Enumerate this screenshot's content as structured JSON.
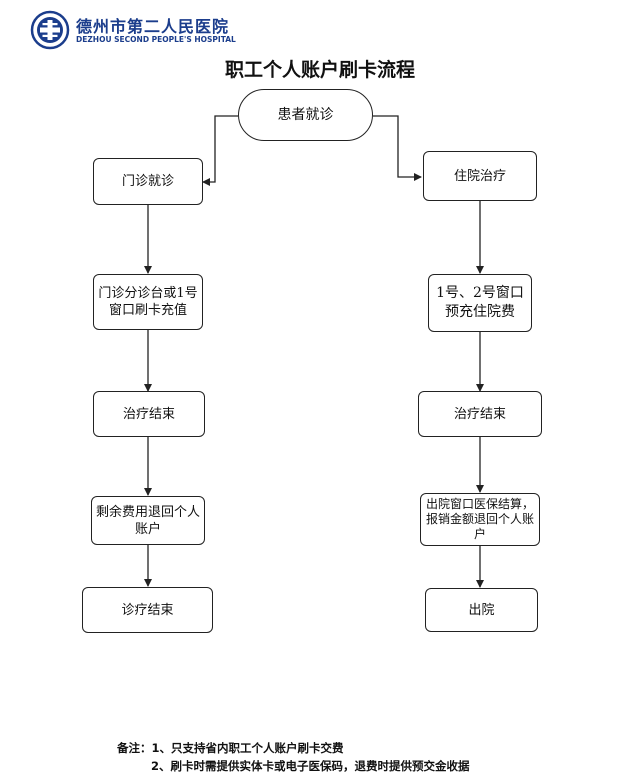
{
  "header": {
    "logo_icon": "hospital-emblem-icon",
    "hospital_name_cn": "德州市第二人民医院",
    "hospital_name_en": "DEZHOU SECOND PEOPLE'S HOSPITAL"
  },
  "title": "职工个人账户刷卡流程",
  "flow": {
    "start": "患者就诊",
    "outpatient": {
      "step1": "门诊就诊",
      "step2_line1": "门诊分诊台或1号",
      "step2_line2": "窗口刷卡充值",
      "step3": "治疗结束",
      "step4_line1": "剩余费用退回个人",
      "step4_line2": "账户",
      "step5": "诊疗结束"
    },
    "inpatient": {
      "step1": "住院治疗",
      "step2_line1": "1号、2号窗口",
      "step2_line2": "预充住院费",
      "step3": "治疗结束",
      "step4_line1": "出院窗口医保结算，",
      "step4_line2": "报销金额退回个人账",
      "step4_line3": "户",
      "step5": "出院"
    }
  },
  "notes": {
    "label": "备注：",
    "line1": "1、只支持省内职工个人账户刷卡交费",
    "line2": "2、刷卡时需提供实体卡或电子医保码，退费时提供预交金收据"
  },
  "colors": {
    "logo": "#1b3d8c",
    "line": "#222222"
  }
}
